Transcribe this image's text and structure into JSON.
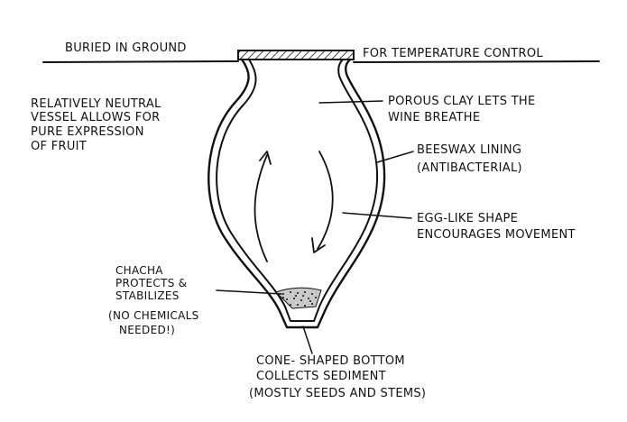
{
  "labels": {
    "ground": "BURIED IN GROUND",
    "temperature": "FOR TEMPERATURE CONTROL",
    "neutral": [
      "RELATIVELY NEUTRAL",
      "VESSEL ALLOWS FOR",
      "PURE EXPRESSION",
      "OF FRUIT"
    ],
    "porous": [
      "POROUS CLAY LETS THE",
      "WINE BREATHE"
    ],
    "beeswax": [
      "BEESWAX LINING",
      "(ANTIBACTERIAL)"
    ],
    "egg": [
      "EGG-LIKE SHAPE",
      "ENCOURAGES MOVEMENT"
    ],
    "chacha": [
      "CHACHA",
      "PROTECTS &",
      "STABILIZES",
      "(NO CHEMICALS",
      "NEEDED!)"
    ],
    "cone": [
      "CONE- SHAPED BOTTOM",
      "COLLECTS SEDIMENT",
      "(MOSTLY SEEDS AND STEMS)"
    ]
  }
}
